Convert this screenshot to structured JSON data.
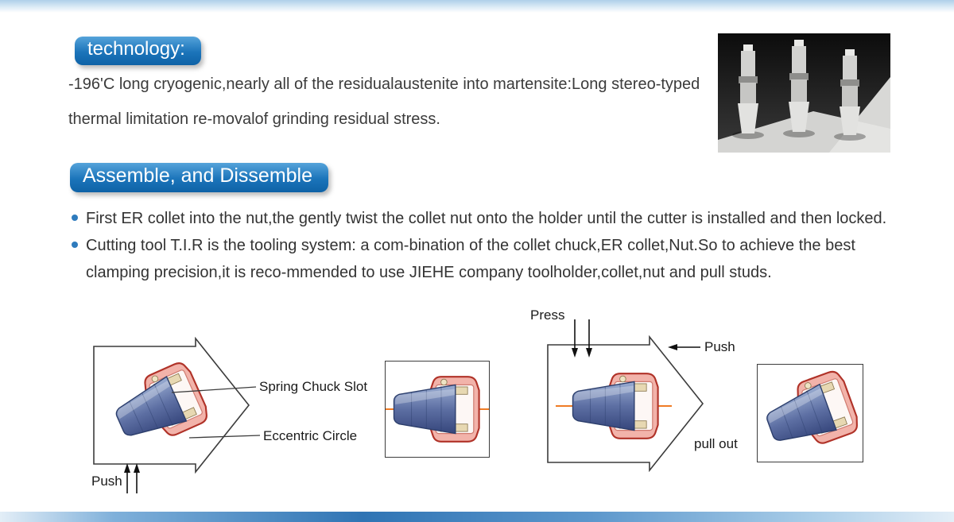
{
  "technology": {
    "heading": "technology:",
    "body": "-196'C long cryogenic,nearly all of the residualaustenite into martensite:Long stereo-typed thermal limitation re-movalof grinding residual stress."
  },
  "assemble": {
    "heading": "Assemble, and Dissemble",
    "bullets": [
      "First ER collet into the nut,the gently twist the collet nut onto the holder until the cutter is installed and then locked.",
      "Cutting tool T.I.R is the tooling system: a com-bination of the collet chuck,ER collet,Nut.So to achieve the best clamping precision,it is reco-mmended to use JIEHE company toolholder,collet,nut and pull studs."
    ]
  },
  "diagram": {
    "press_label": "Press",
    "push_top_label": "Push",
    "spring_chuck_slot_label": "Spring Chuck Slot",
    "eccentric_circle_label": "Eccentric Circle",
    "push_bottom_label": "Push",
    "pull_out_label": "pull out"
  },
  "colors": {
    "accent_blue": "#1b74ba",
    "orange_center_line": "#ef7c25",
    "nut_red": "#b03228",
    "collet_blue": "#36467c"
  }
}
